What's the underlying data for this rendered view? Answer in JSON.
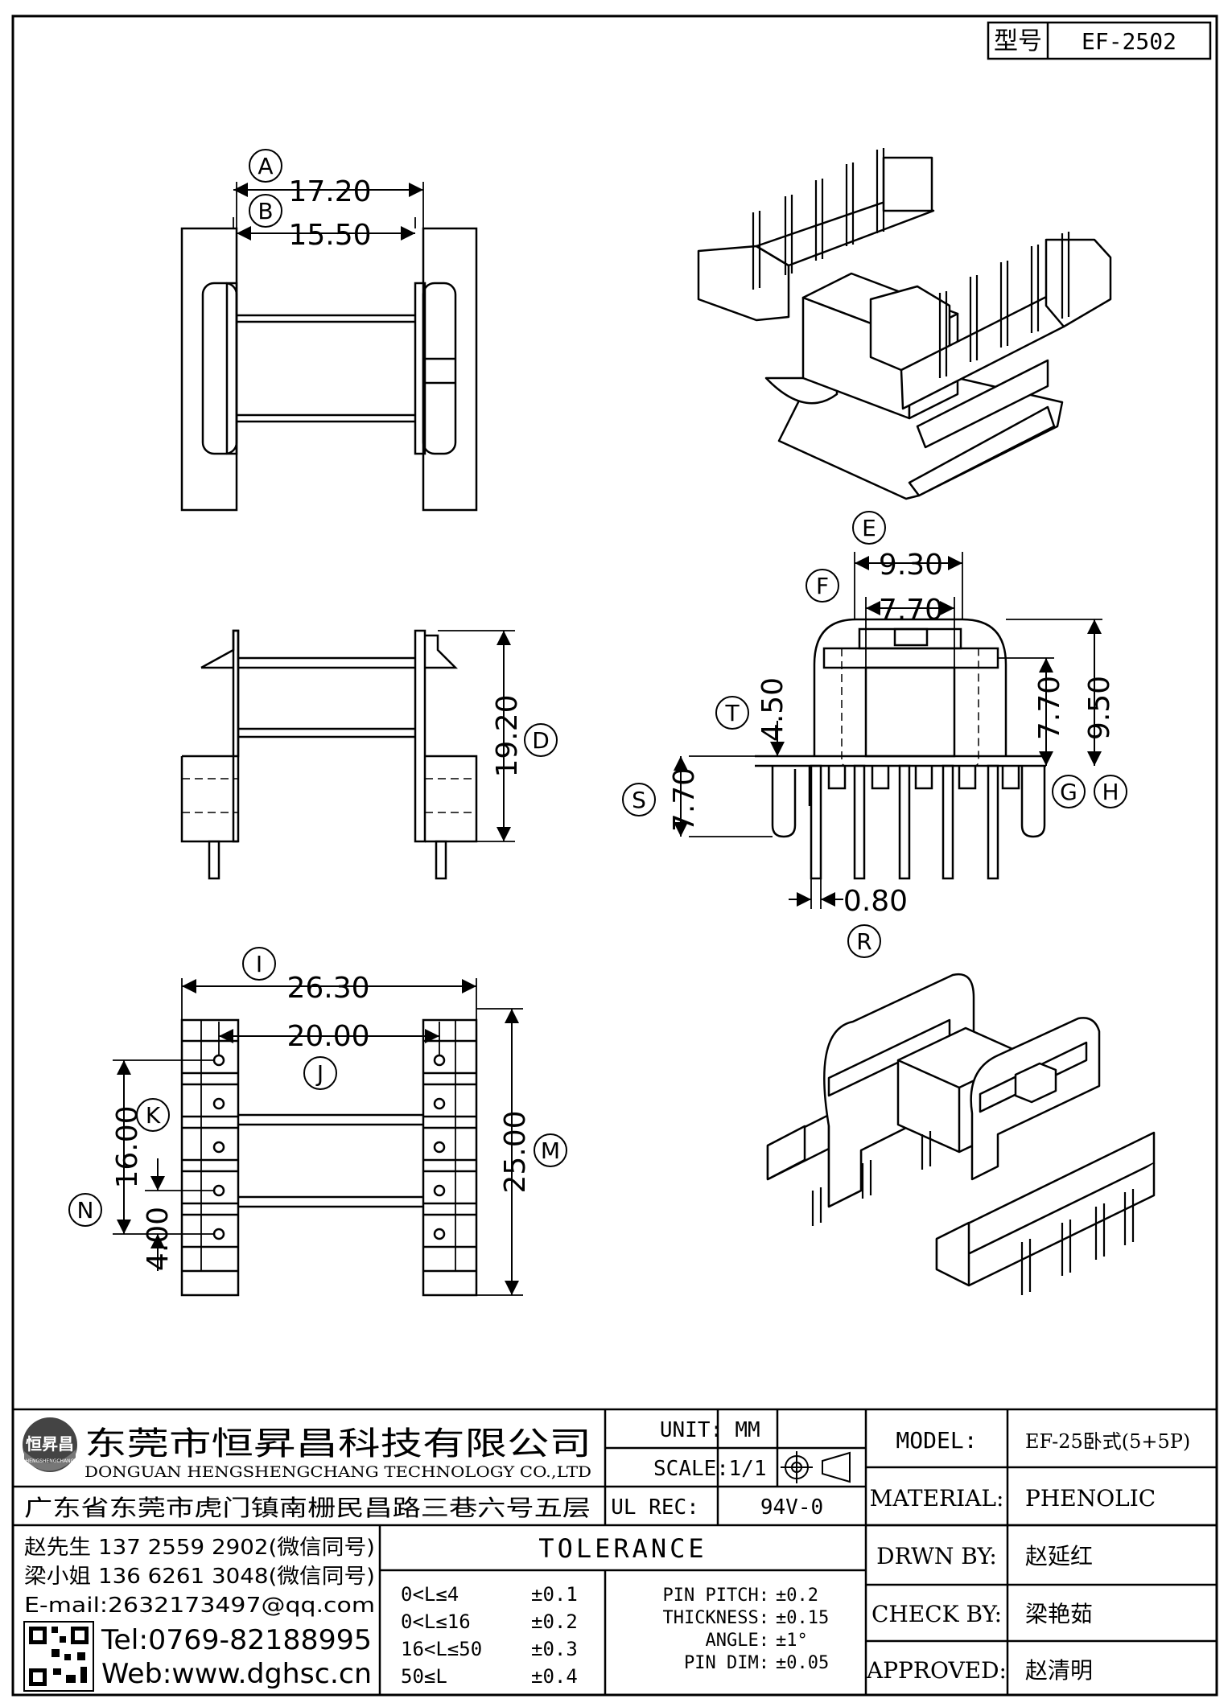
{
  "header": {
    "model_label": "型号",
    "model_value": "EF-2502"
  },
  "dimensions": {
    "A": {
      "letter": "A",
      "value": "17.20"
    },
    "B": {
      "letter": "B",
      "value": "15.50"
    },
    "D": {
      "letter": "D",
      "value": "19.20"
    },
    "E": {
      "letter": "E",
      "value": "9.30"
    },
    "F": {
      "letter": "F",
      "value": "7.70"
    },
    "T": {
      "letter": "T",
      "value": "4.50"
    },
    "G": {
      "letter": "G",
      "value": "7.70"
    },
    "H": {
      "letter": "H",
      "value": "9.50"
    },
    "S": {
      "letter": "S",
      "value": "7.70"
    },
    "R": {
      "letter": "R",
      "value": "0.80"
    },
    "I": {
      "letter": "I",
      "value": "26.30"
    },
    "J": {
      "letter": "J",
      "value": "20.00"
    },
    "K": {
      "letter": "K",
      "value": "16.00"
    },
    "N": {
      "letter": "N",
      "value": "4.00"
    },
    "M": {
      "letter": "M",
      "value": "25.00"
    }
  },
  "company": {
    "name_cn": "东莞市恒昇昌科技有限公司",
    "name_en": "DONGUAN HENGSHENGCHANG TECHNOLOGY CO.,LTD",
    "logo_text": "恒昇昌",
    "logo_sub": "HENGSHENGCHANG",
    "address": "广东省东莞市虎门镇南栅民昌路三巷六号五层"
  },
  "spec": {
    "unit_label": "UNIT:",
    "unit_value": "MM",
    "scale_label": "SCALE:",
    "scale_value": "1/1",
    "ulrec_label": "UL REC:",
    "ulrec_value": "94V-0"
  },
  "title_block": {
    "model_label": "MODEL:",
    "model_value": "EF-25卧式(5+5P)",
    "material_label": "MATERIAL:",
    "material_value": "PHENOLIC",
    "drwn_label": "DRWN BY:",
    "drwn_value": "赵延红",
    "check_label": "CHECK BY:",
    "check_value": "梁艳茹",
    "approved_label": "APPROVED:",
    "approved_value": "赵清明"
  },
  "contacts": {
    "c1": "赵先生 137 2559 2902(微信同号)",
    "c2": "梁小姐 136 6261 3048(微信同号)",
    "email": "E-mail:2632173497@qq.com",
    "tel": "Tel:0769-82188995",
    "web": "Web:www.dghsc.cn"
  },
  "tolerance": {
    "title": "TOLERANCE",
    "rows": [
      {
        "range": "0<L≤4",
        "tol": "±0.1"
      },
      {
        "range": "0<L≤16",
        "tol": "±0.2"
      },
      {
        "range": "16<L≤50",
        "tol": "±0.3"
      },
      {
        "range": "50≤L",
        "tol": "±0.4"
      }
    ],
    "extra": [
      {
        "label": "PIN PITCH:",
        "tol": "±0.2"
      },
      {
        "label": "THICKNESS:",
        "tol": "±0.15"
      },
      {
        "label": "ANGLE:",
        "tol": "±1°"
      },
      {
        "label": "PIN DIM:",
        "tol": "±0.05"
      }
    ]
  }
}
